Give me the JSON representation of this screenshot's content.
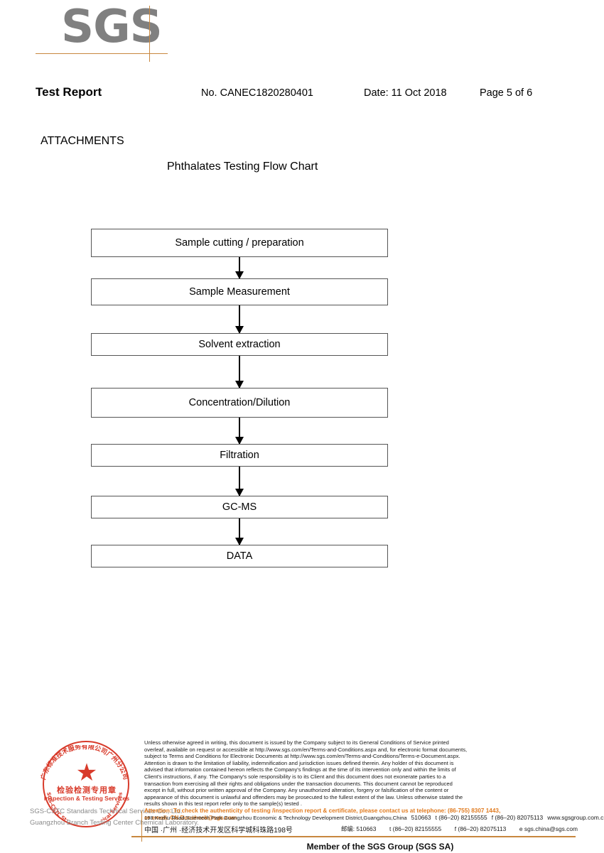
{
  "header": {
    "logo_text": "SGS",
    "report_title": "Test Report",
    "report_no": "No. CANEC1820280401",
    "date": "Date: 11 Oct 2018",
    "page": "Page 5 of 6"
  },
  "body": {
    "attachments_heading": "ATTACHMENTS",
    "flow_chart_title": "Phthalates Testing Flow Chart"
  },
  "flow_chart": {
    "steps": [
      {
        "label": "Sample cutting / preparation"
      },
      {
        "label": "Sample Measurement"
      },
      {
        "label": "Solvent extraction"
      },
      {
        "label": "Concentration/Dilution"
      },
      {
        "label": "Filtration"
      },
      {
        "label": "GC-MS"
      },
      {
        "label": "DATA"
      }
    ]
  },
  "seal": {
    "star_glyph": "★",
    "cn_text": "检验检测专用章",
    "en_text": "Inspection & Testing Services",
    "arc_top_text": "广东标准技术服务有限公司广州分公司",
    "arc_bottom_text": "SGS-CSTC Standards Technical Services",
    "company_line_1": "SGS-CSTC Standards Technical Services Co., Ltd.",
    "company_line_2": "Guangzhou Branch Testing Center Chemical Laboratory."
  },
  "footer": {
    "legal_lines": [
      "Unless otherwise agreed in writing, this document is issued by the Company subject to its General Conditions of Service printed",
      "overleaf, available on request or accessible at http://www.sgs.com/en/Terms-and-Conditions.aspx and, for electronic format documents,",
      "subject to Terms and Conditions for Electronic Documents at http://www.sgs.com/en/Terms-and-Conditions/Terms-e-Document.aspx.",
      "Attention is drawn to the limitation of liability, indemnification and jurisdiction issues defined therein. Any holder of this document is",
      "advised that information contained hereon reflects the Company's findings at the time of its intervention only and within the limits of",
      "Client's instructions, if any. The Company's sole responsibility is to its Client and this document does not exonerate parties to a",
      "transaction from exercising all their rights and obligations under the transaction documents. This document cannot be reproduced",
      "except in full, without prior written approval of the Company. Any unauthorized alteration, forgery or falsification of the content or",
      "appearance of this document is unlawful and offenders may be prosecuted to the fullest extent of the law. Unless otherwise stated the",
      "results shown in this test report refer only to the sample(s) tested ."
    ],
    "attention_line_1": "Attention: To check the authenticity of testing /inspection report & certificate, please contact us at telephone: (86-755) 8307 1443,",
    "attention_line_2": "or email: CN.Doccheck@sgs.com",
    "address_en": "198 Kezhu Road,Scientech Park Guangzhou Economic & Technology Development District,Guangzhou,China",
    "postcode_en": "510663",
    "tel_en": "t (86–20) 82155555",
    "fax_en": "f (86–20) 82075113",
    "web_en": "www.sgsgroup.com.cn",
    "address_cn": "中国 ·广州 ·经济技术开发区科学城科珠路198号",
    "postcode_cn": "邮编: 510663",
    "tel_cn": "t (86–20) 82155555",
    "fax_cn": "f (86–20) 82075113",
    "email_cn": "e sgs.china@sgs.com",
    "member_line": "Member of the SGS Group (SGS SA)"
  },
  "colors": {
    "accent_orange": "#c8873f",
    "attention_orange": "#e07b20",
    "seal_red": "#d83a2a",
    "logo_gray": "#808080",
    "box_border": "#555555"
  }
}
